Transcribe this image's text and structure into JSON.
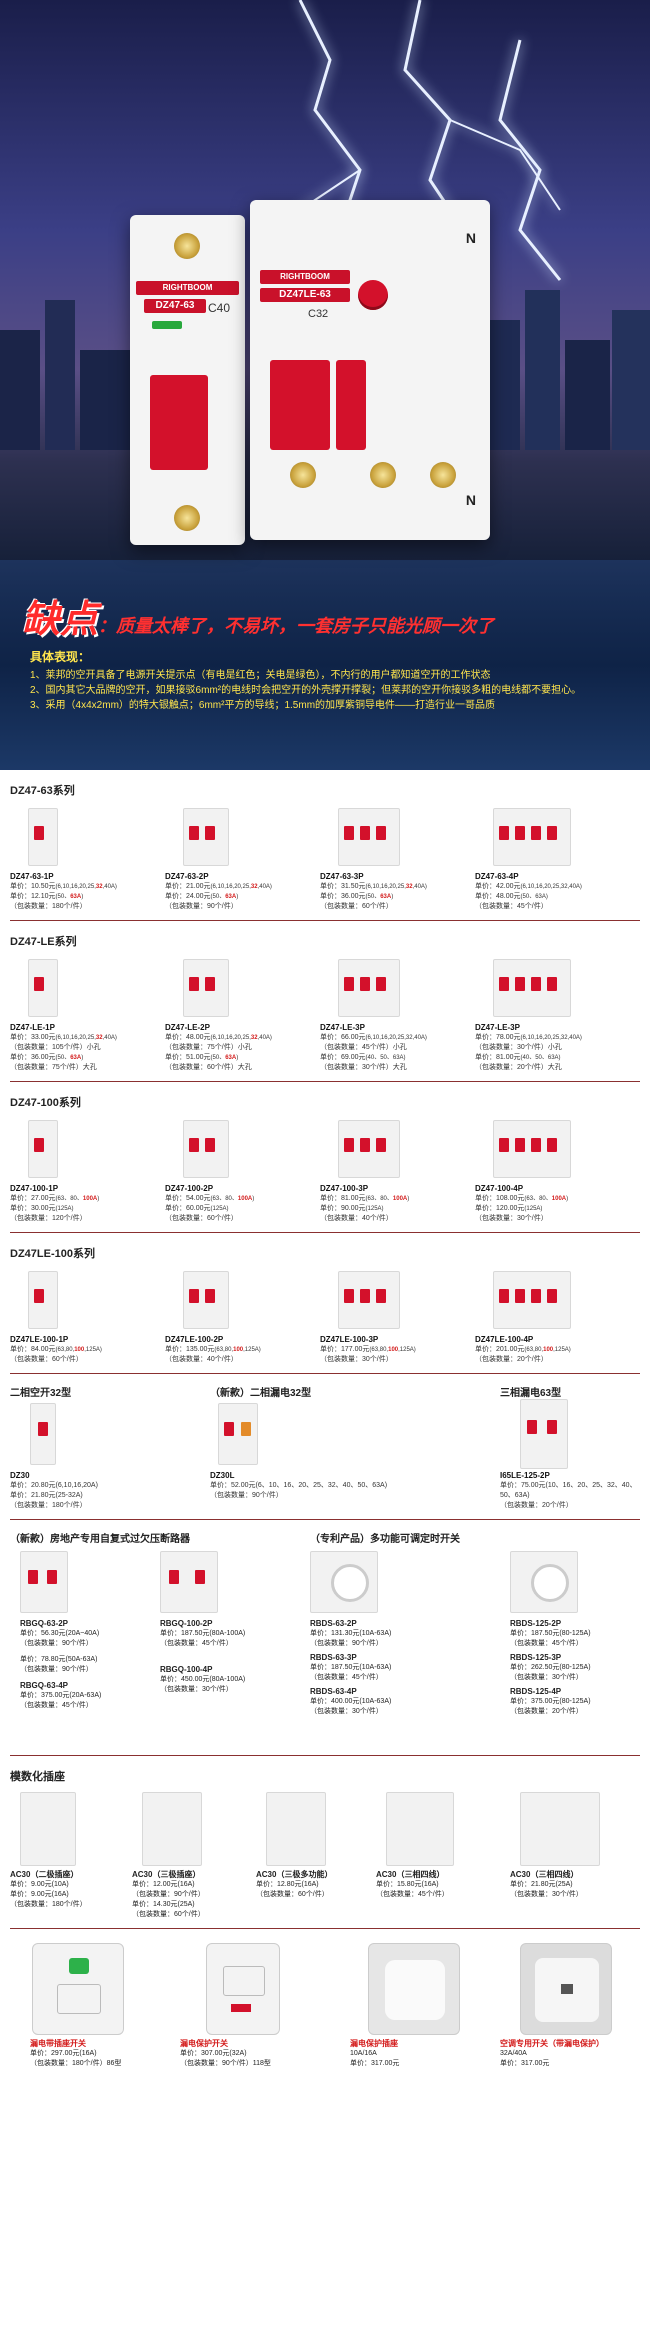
{
  "hero": {
    "brand": "RIGHTBOOM",
    "left_model": "DZ47-63",
    "left_rating": "C40",
    "right_model": "DZ47LE-63",
    "right_rating": "C32",
    "terminal_n": "N",
    "headline_big": "缺点",
    "headline_rest": "：质量太棒了，不易坏，一套房子只能光顾一次了",
    "features_title": "具体表现：",
    "features": [
      "1、莱邦的空开具备了电源开关提示点（有电是红色；关电是绿色），不内行的用户都知道空开的工作状态",
      "2、国内其它大品牌的空开，如果接驳6mm²的电线时会把空开的外壳撑开撑裂；但莱邦的空开你接驳多粗的电线都不要担心。",
      "3、采用（4x4x2mm）的特大银触点；6mm²平方的导线；1.5mm的加厚紫铜导电件——打造行业一哥品质"
    ]
  },
  "sections": [
    {
      "title": "DZ47-63系列",
      "items": [
        {
          "name": "DZ47-63-1P",
          "l1a": "单价：10.50元",
          "l1b": "(6,10,16,20,25,",
          "l1c": "32",
          "l1d": ",40A)",
          "l2a": "单价：12.10元",
          "l2b": "(50、",
          "l2c": "63A",
          "l2d": ")",
          "pack": "（包装数量：180个/件）",
          "poles": 1
        },
        {
          "name": "DZ47-63-2P",
          "l1a": "单价：21.00元",
          "l1b": "(6,10,16,20,25,",
          "l1c": "32",
          "l1d": ",40A)",
          "l2a": "单价：24.00元",
          "l2b": "(50、",
          "l2c": "63A",
          "l2d": ")",
          "pack": "（包装数量：90个/件）",
          "poles": 2
        },
        {
          "name": "DZ47-63-3P",
          "l1a": "单价：31.50元",
          "l1b": "(6,10,16,20,25,",
          "l1c": "32",
          "l1d": ",40A)",
          "l2a": "单价：36.00元",
          "l2b": "(50、",
          "l2c": "63A",
          "l2d": ")",
          "pack": "（包装数量：60个/件）",
          "poles": 3
        },
        {
          "name": "DZ47-63-4P",
          "l1a": "单价：42.00元",
          "l1b": "(6,10,16,20,25,32,40A)",
          "l1c": "",
          "l1d": "",
          "l2a": "单价：48.00元",
          "l2b": "(50、63A)",
          "l2c": "",
          "l2d": "",
          "pack": "（包装数量：45个/件）",
          "poles": 4
        }
      ]
    },
    {
      "title": "DZ47-LE系列",
      "items": [
        {
          "name": "DZ47-LE-1P",
          "l1a": "单价：33.00元",
          "l1b": "(6,10,16,20,25,",
          "l1c": "32",
          "l1d": ",40A)",
          "l2a": "（包装数量：105个/件）小孔",
          "l2b": "",
          "l2c": "",
          "l2d": "",
          "l3a": "单价：36.00元",
          "l3b": "(50、",
          "l3c": "63A",
          "l3d": ")",
          "pack": "（包装数量：75个/件）大孔",
          "poles": 1
        },
        {
          "name": "DZ47-LE-2P",
          "l1a": "单价：48.00元",
          "l1b": "(6,10,16,20,25,",
          "l1c": "32",
          "l1d": ",40A)",
          "l2a": "（包装数量：75个/件）小孔",
          "l2b": "",
          "l2c": "",
          "l2d": "",
          "l3a": "单价：51.00元",
          "l3b": "(50、",
          "l3c": "63A",
          "l3d": ")",
          "pack": "（包装数量：60个/件）大孔",
          "poles": 2
        },
        {
          "name": "DZ47-LE-3P",
          "l1a": "单价：66.00元",
          "l1b": "(6,10,16,20,25,32,40A)",
          "l1c": "",
          "l1d": "",
          "l2a": "（包装数量：45个/件）小孔",
          "l2b": "",
          "l2c": "",
          "l2d": "",
          "l3a": "单价：69.00元",
          "l3b": "(40、50、63A)",
          "l3c": "",
          "l3d": "",
          "pack": "（包装数量：30个/件）大孔",
          "poles": 3
        },
        {
          "name": "DZ47-LE-3P",
          "l1a": "单价：78.00元",
          "l1b": "(6,10,16,20,25,32,40A)",
          "l1c": "",
          "l1d": "",
          "l2a": "（包装数量：30个/件）小孔",
          "l2b": "",
          "l2c": "",
          "l2d": "",
          "l3a": "单价：81.00元",
          "l3b": "(40、50、63A)",
          "l3c": "",
          "l3d": "",
          "pack": "（包装数量：20个/件）大孔",
          "poles": 4
        }
      ]
    },
    {
      "title": "DZ47-100系列",
      "items": [
        {
          "name": "DZ47-100-1P",
          "l1a": "单价：27.00元",
          "l1b": "(63、80、",
          "l1c": "100A",
          "l1d": ")",
          "l2a": "单价：30.00元",
          "l2b": "(125A)",
          "l2c": "",
          "l2d": "",
          "pack": "（包装数量：120个/件）",
          "poles": 1
        },
        {
          "name": "DZ47-100-2P",
          "l1a": "单价：54.00元",
          "l1b": "(63、80、",
          "l1c": "100A",
          "l1d": ")",
          "l2a": "单价：60.00元",
          "l2b": "(125A)",
          "l2c": "",
          "l2d": "",
          "pack": "（包装数量：60个/件）",
          "poles": 2
        },
        {
          "name": "DZ47-100-3P",
          "l1a": "单价：81.00元",
          "l1b": "(63、80、",
          "l1c": "100A",
          "l1d": ")",
          "l2a": "单价：90.00元",
          "l2b": "(125A)",
          "l2c": "",
          "l2d": "",
          "pack": "（包装数量：40个/件）",
          "poles": 3
        },
        {
          "name": "DZ47-100-4P",
          "l1a": "单价：108.00元",
          "l1b": "(63、80、",
          "l1c": "100A",
          "l1d": ")",
          "l2a": "单价：120.00元",
          "l2b": "(125A)",
          "l2c": "",
          "l2d": "",
          "pack": "（包装数量：30个/件）",
          "poles": 4
        }
      ]
    },
    {
      "title": "DZ47LE-100系列",
      "items": [
        {
          "name": "DZ47LE-100-1P",
          "l1a": "单价：84.00元",
          "l1b": "(63,80,",
          "l1c": "100",
          "l1d": ",125A)",
          "pack": "（包装数量：60个/件）",
          "poles": 1
        },
        {
          "name": "DZ47LE-100-2P",
          "l1a": "单价：135.00元",
          "l1b": "(63,80,",
          "l1c": "100",
          "l1d": ",125A)",
          "pack": "（包装数量：40个/件）",
          "poles": 2
        },
        {
          "name": "DZ47LE-100-3P",
          "l1a": "单价：177.00元",
          "l1b": "(63,80,",
          "l1c": "100",
          "l1d": ",125A)",
          "pack": "（包装数量：30个/件）",
          "poles": 3
        },
        {
          "name": "DZ47LE-100-4P",
          "l1a": "单价：201.00元",
          "l1b": "(63,80,",
          "l1c": "100",
          "l1d": ",125A)",
          "pack": "（包装数量：20个/件）",
          "poles": 4
        }
      ]
    }
  ],
  "special": {
    "h1": "二相空开32型",
    "h2": "（新款）二相漏电32型",
    "h3": "三相漏电63型",
    "dz30_name": "DZ30",
    "dz30_l1": "单价：20.80元(6,10,16,20A)",
    "dz30_l2": "单价：21.80元(25-32A)",
    "dz30_pack": "（包装数量：180个/件）",
    "dz30l_name": "DZ30L",
    "dz30l_l1": "单价：52.00元(6、10、16、20、25、32、40、50、63A)",
    "dz30l_pack": "（包装数量：90个/件）",
    "i65_name": "I65LE-125-2P",
    "i65_l1": "单价：75.00元(10、16、20、25、32、40、50、63A)",
    "i65_pack": "（包装数量：20个/件）"
  },
  "protect": {
    "h1": "（新款）房地产专用自复式过欠压断路器",
    "h2": "（专利产品）多功能可调定时开关",
    "rb63_2": "RBGQ-63-2P",
    "rb63_2_l1": "单价：56.30元(20A~40A)",
    "rb63_2_pack": "（包装数量：90个/件）",
    "rb63_2_l2": "单价：78.80元(50A-63A)",
    "rb63_2_pack2": "（包装数量：90个/件）",
    "rb63_4": "RBGQ-63-4P",
    "rb63_4_l1": "单价：375.00元(20A-63A)",
    "rb63_4_pack": "（包装数量：45个/件）",
    "rb100_2": "RBGQ-100-2P",
    "rb100_2_l1": "单价：187.50元(80A-100A)",
    "rb100_2_pack": "（包装数量：45个/件）",
    "rb100_4": "RBGQ-100-4P",
    "rb100_4_l1": "单价：450.00元(80A-100A)",
    "rb100_4_pack": "（包装数量：30个/件）",
    "rd63_2": "RBDS-63-2P",
    "rd63_2_l1": "单价：131.30元(10A-63A)",
    "rd63_2_pack": "（包装数量：90个/件）",
    "rd63_3": "RBDS-63-3P",
    "rd63_3_l1": "单价：187.50元(10A-63A)",
    "rd63_3_pack": "（包装数量：45个/件）",
    "rd63_4": "RBDS-63-4P",
    "rd63_4_l1": "单价：400.00元(10A-63A)",
    "rd63_4_pack": "（包装数量：30个/件）",
    "rd125_2": "RBDS-125-2P",
    "rd125_2_l1": "单价：187.50元(80-125A)",
    "rd125_2_pack": "（包装数量：45个/件）",
    "rd125_3": "RBDS-125-3P",
    "rd125_3_l1": "单价：262.50元(80-125A)",
    "rd125_3_pack": "（包装数量：30个/件）",
    "rd125_4": "RBDS-125-4P",
    "rd125_4_l1": "单价：375.00元(80-125A)",
    "rd125_4_pack": "（包装数量：20个/件）"
  },
  "sockets": {
    "title": "模数化插座",
    "items": [
      {
        "name": "AC30（二极插座）",
        "l1": "单价：9.00元(10A)",
        "l2": "单价：9.00元(16A)",
        "pack": "（包装数量：180个/件）"
      },
      {
        "name": "AC30（三极插座）",
        "l1": "单价：12.00元(16A)",
        "l2": "（包装数量：90个/件）",
        "l3": "单价：14.30元(25A)",
        "pack": "（包装数量：60个/件）"
      },
      {
        "name": "AC30（三极多功能）",
        "l1": "单价：12.80元(16A)",
        "pack": "（包装数量：60个/件）"
      },
      {
        "name": "AC30（三相四线）",
        "l1": "单价：15.80元(16A)",
        "pack": "（包装数量：45个/件）"
      },
      {
        "name": "AC30（三相四线）",
        "l1": "单价：21.80元(25A)",
        "pack": "（包装数量：30个/件）"
      }
    ]
  },
  "switches": [
    {
      "name": "漏电带插座开关",
      "l1": "单价：297.00元(16A)",
      "pack": "（包装数量：180个/件）86型"
    },
    {
      "name": "漏电保护开关",
      "l1": "单价：307.00元(32A)",
      "pack": "（包装数量：90个/件）118型"
    },
    {
      "name": "漏电保护插座",
      "l1": "10A/16A",
      "l2": "单价：317.00元"
    },
    {
      "name": "空调专用开关（带漏电保护）",
      "l1": "32A/40A",
      "l2": "单价：317.00元"
    }
  ]
}
